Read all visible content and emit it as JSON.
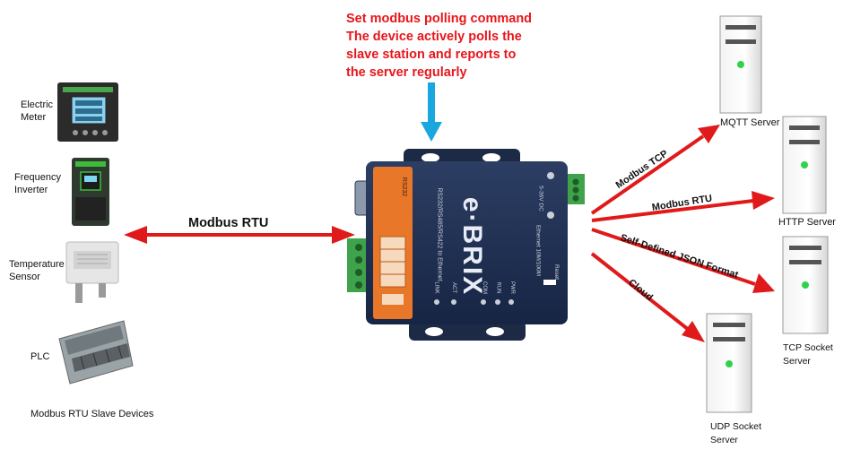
{
  "command_note": "Set modbus polling command\nThe device actively polls the\nslave station and reports to\nthe server regularly",
  "left_link_label": "Modbus RTU",
  "slave_devices": {
    "caption": "Modbus RTU Slave Devices",
    "items": [
      {
        "label": "Electric\nMeter"
      },
      {
        "label": "Frequency\nInverter"
      },
      {
        "label": "Temperature\nSensor"
      },
      {
        "label": "PLC"
      }
    ]
  },
  "device": {
    "brand": "e·BRIX",
    "ports_text": "RS232/RS485/RS422 to Ethernet",
    "leds": [
      "LINK",
      "ACT",
      "COM",
      "RUN",
      "PWR"
    ],
    "power_label": "5-36V DC",
    "eth_label": "Ethernet 10M/100M",
    "reset_label": "Reset",
    "side_label": "RS232"
  },
  "protocols": [
    "Modbus TCP",
    "Modbus RTU",
    "Self-Defined JSON Format",
    "Cloud"
  ],
  "servers": [
    {
      "label": "MQTT Server"
    },
    {
      "label": "HTTP Server"
    },
    {
      "label": "TCP Socket\nServer"
    },
    {
      "label": "UDP Socket\nServer"
    }
  ],
  "colors": {
    "arrow": "#e01a1a",
    "blue_arrow": "#1aa7e0",
    "device_body": "#1f2f4f",
    "device_panel": "#e8772a",
    "server_led": "#2fd34a"
  }
}
